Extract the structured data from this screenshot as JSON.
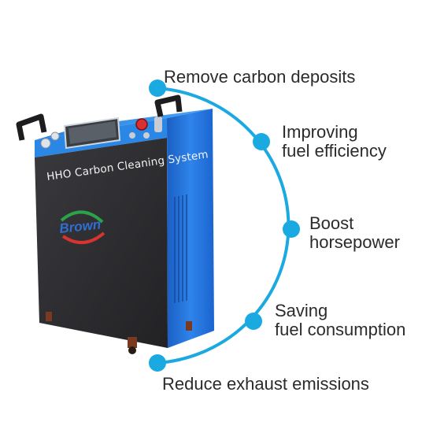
{
  "machine": {
    "title": "HHO Carbon Cleaning System",
    "brand": "Brown"
  },
  "features": [
    {
      "label": "Remove carbon deposits"
    },
    {
      "label": "Improving\nfuel efficiency"
    },
    {
      "label": "Boost\nhorsepower"
    },
    {
      "label": "Saving\nfuel consumption"
    },
    {
      "label": "Reduce exhaust emissions"
    }
  ],
  "colors": {
    "arc": "#1aa9e0",
    "node": "#1e9fd8",
    "cabinet_body": "#2b2b2e",
    "cabinet_side": "#1f6fd6",
    "panel": "#2f8fe8"
  }
}
